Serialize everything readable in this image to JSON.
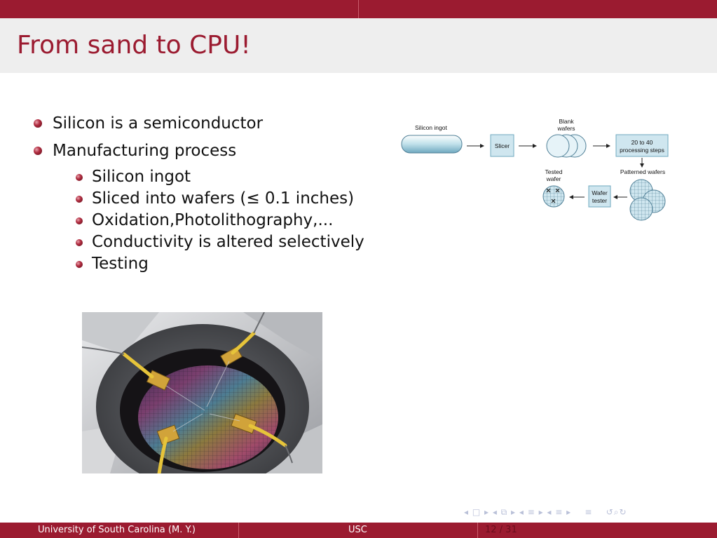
{
  "slide": {
    "title": "From sand to CPU!",
    "bullets": [
      {
        "text": "Silicon is a semiconductor"
      },
      {
        "text": "Manufacturing process",
        "sub": [
          "Silicon ingot",
          "Sliced into wafers (≤ 0.1 inches)",
          "Oxidation,Photolithography,...",
          "Conductivity is altered selectively",
          "Testing"
        ]
      }
    ]
  },
  "diagram": {
    "silicon_ingot": "Silicon ingot",
    "slicer": "Slicer",
    "blank_wafers_1": "Blank",
    "blank_wafers_2": "wafers",
    "processing_1": "20 to 40",
    "processing_2": "processing steps",
    "patterned_wafers": "Patterned wafers",
    "wafer_tester_1": "Wafer",
    "wafer_tester_2": "tester",
    "tested_wafer_1": "Tested",
    "tested_wafer_2": "wafer"
  },
  "footer": {
    "left": "University of South Carolina  (M. Y.)",
    "center": "USC",
    "page": "12 / 31"
  },
  "colors": {
    "accent": "#9b1b30",
    "title_bg": "#eeeeee",
    "diagram_fill": "#cfe6ef"
  }
}
